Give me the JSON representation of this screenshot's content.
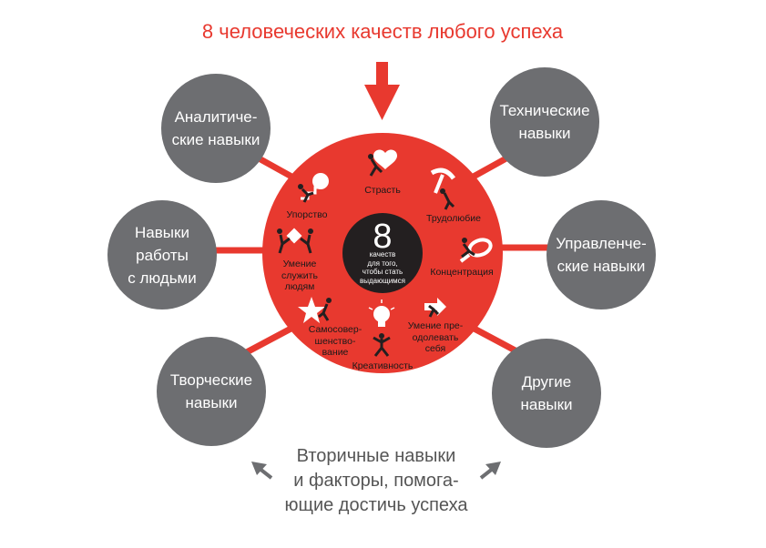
{
  "title": "8 человеческих качеств любого успеха",
  "center": {
    "number": "8",
    "caption": "качеств\nдля того,\nчтобы стать\nвыдающимся"
  },
  "qualities": [
    {
      "label": "Страсть",
      "icon": "heart-figure-icon"
    },
    {
      "label": "Трудолюбие",
      "icon": "pickaxe-figure-icon"
    },
    {
      "label": "Концентрация",
      "icon": "magnifier-figure-icon"
    },
    {
      "label": "Умение пре-\nодолевать\nсебя",
      "icon": "arrow-figure-icon"
    },
    {
      "label": "Креативность",
      "icon": "lightbulb-figure-icon"
    },
    {
      "label": "Самосовер-\nшенство-\nвание",
      "icon": "star-figure-icon"
    },
    {
      "label": "Умение\nслужить\nлюдям",
      "icon": "serving-figure-icon"
    },
    {
      "label": "Упорство",
      "icon": "stairs-figure-icon"
    }
  ],
  "skills": [
    {
      "id": "analytical",
      "label": "Аналитиче-\nские навыки"
    },
    {
      "id": "technical",
      "label": "Технические\nнавыки"
    },
    {
      "id": "people",
      "label": "Навыки\nработы\nс людьми"
    },
    {
      "id": "management",
      "label": "Управленче-\nские навыки"
    },
    {
      "id": "creative",
      "label": "Творческие\nнавыки"
    },
    {
      "id": "other",
      "label": "Другие\nнавыки"
    }
  ],
  "footnote": "Вторичные навыки\nи факторы, помога-\nющие достичь успеха",
  "colors": {
    "accent": "#e8392f",
    "circle_gray": "#6d6e71",
    "center_dark": "#231f20",
    "arrow_gray": "#6d6e71"
  }
}
